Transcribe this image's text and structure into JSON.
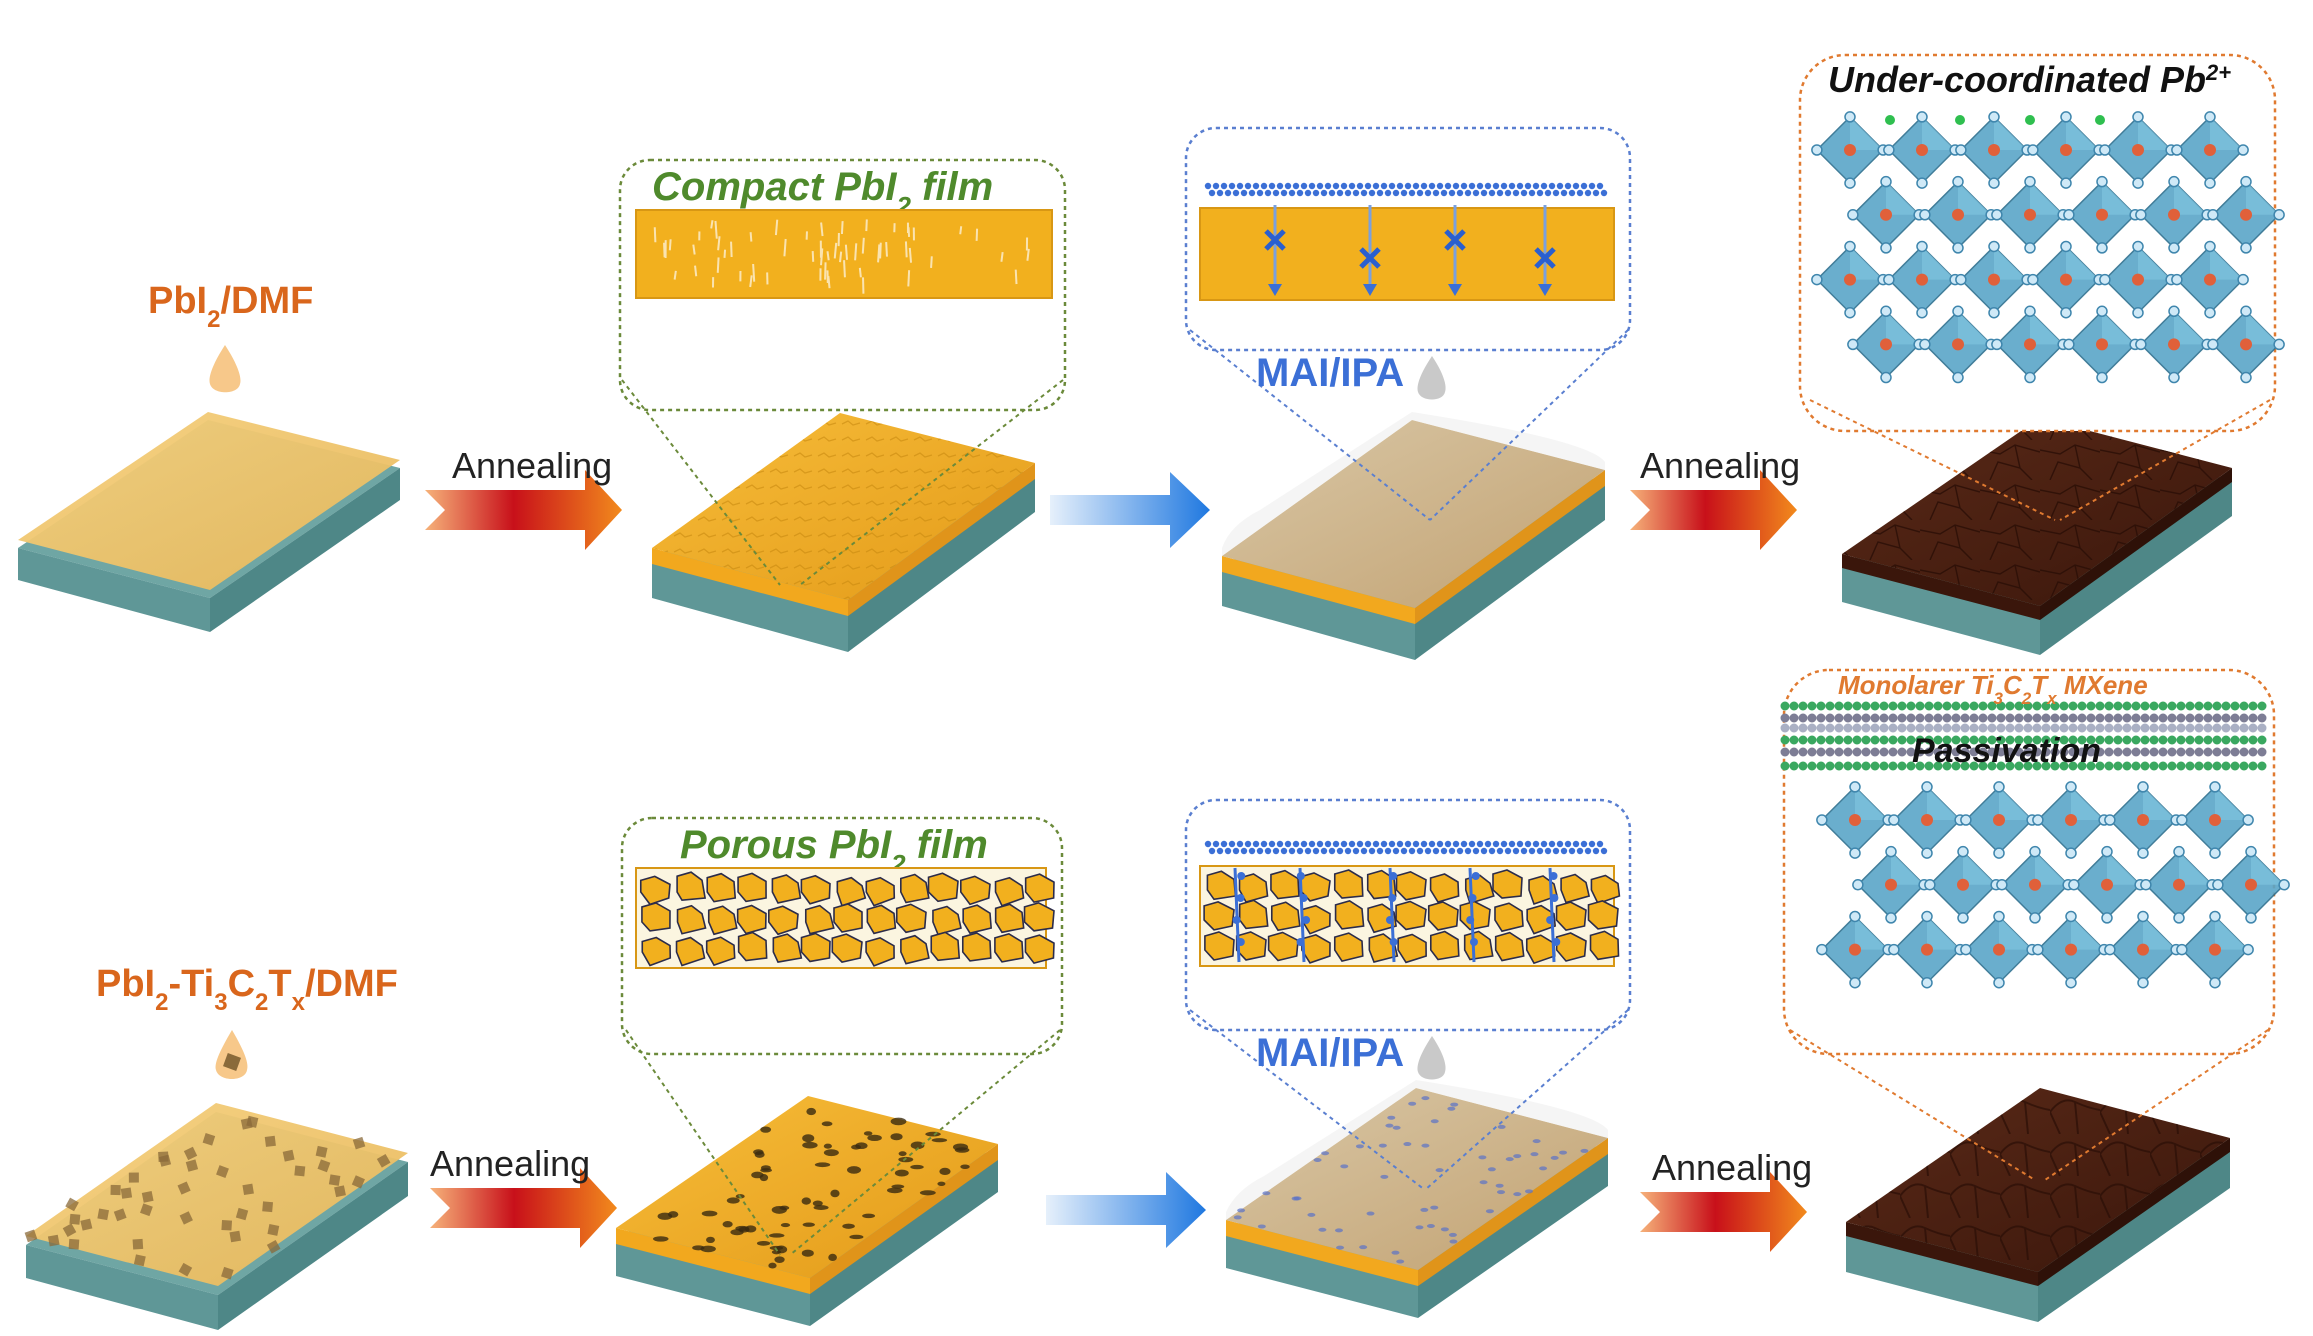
{
  "top_row": {
    "precursor": {
      "main": "PbI",
      "sub": "2",
      "rest": "/DMF"
    },
    "step1_arrow": "Annealing",
    "film_title": {
      "main": "Compact PbI",
      "sub": "2",
      "rest": " film"
    },
    "mai_label": "MAI/IPA",
    "step3_arrow": "Annealing",
    "final_title": {
      "main": "Under-coordinated Pb",
      "sup": "2+"
    }
  },
  "bottom_row": {
    "precursor": {
      "p1": "PbI",
      "s1": "2",
      "p2": "-Ti",
      "s2": "3",
      "p3": "C",
      "s3": "2",
      "p4": "T",
      "s4": "x",
      "p5": "/DMF"
    },
    "step1_arrow": "Annealing",
    "film_title": {
      "main": "Porous PbI",
      "sub": "2",
      "rest": " film"
    },
    "mai_label": "MAI/IPA",
    "step3_arrow": "Annealing",
    "mxene_title": {
      "p1": "Monolarer Ti",
      "s1": "3",
      "p2": "C",
      "s2": "2",
      "p3": "T",
      "s3": "x",
      "p4": " MXene"
    },
    "passivation": "Passivation"
  },
  "colors": {
    "pbi2_orange": "#d9661c",
    "film_green": "#4f8a2c",
    "mai_blue": "#3b6fd6",
    "pbi2_film": "#f2b01e",
    "perovskite_brown": "#4a2012",
    "substrate_teal": "#6fb3b0",
    "octahedron_blue": "#5aa6c8",
    "pb_center": "#e0603a",
    "mxene_green": "#3aa860"
  },
  "icons": [
    "droplet-icon",
    "heat-arrow-icon",
    "blue-arrow-icon",
    "octahedron-icon"
  ]
}
